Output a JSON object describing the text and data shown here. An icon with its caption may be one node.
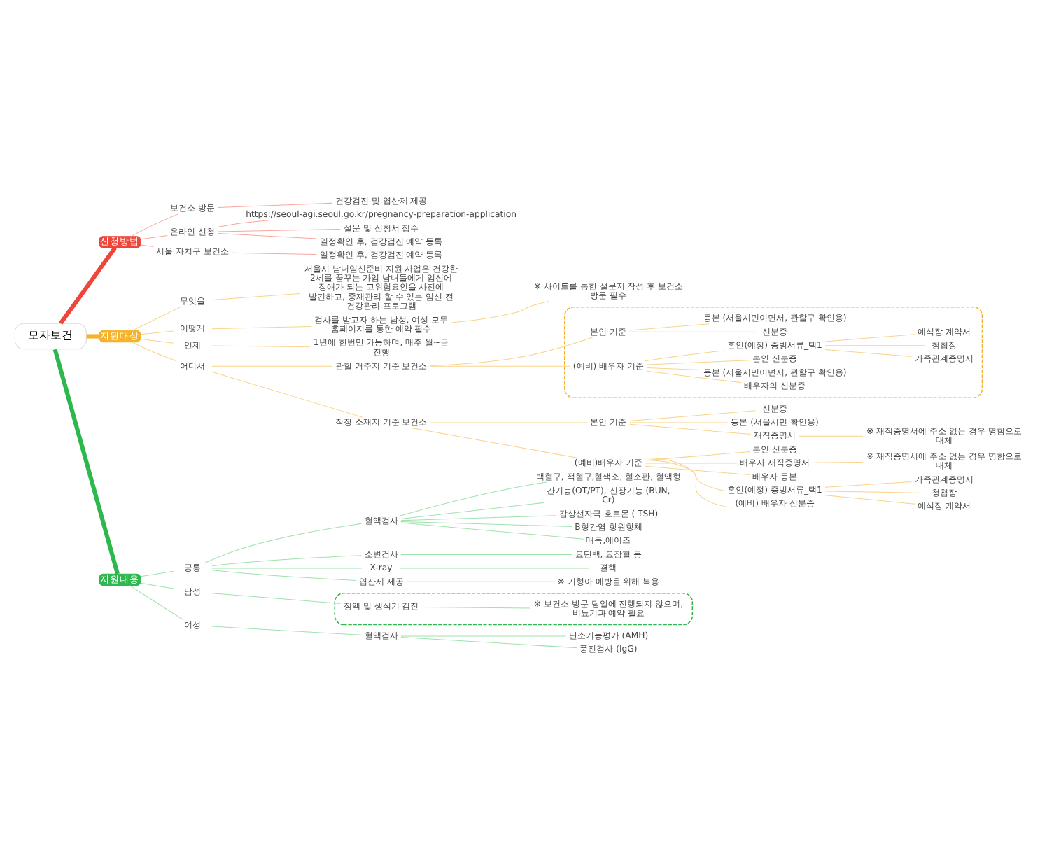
{
  "diagram": {
    "nodes": [
      {
        "text": [
          "모자보건"
        ]
      },
      {
        "text": [
          "신청방법"
        ]
      },
      {
        "text": [
          "온라인 신청"
        ]
      },
      {
        "text": [
          "https://seoul-agi.seoul.go.kr/pregnancy-preparation-application"
        ]
      },
      {
        "text": [
          "설문 및 신청서 접수"
        ]
      },
      {
        "text": [
          "일정확인 후, 검강검진 예약 등록"
        ]
      },
      {
        "text": [
          "서울 자치구 보건소"
        ]
      },
      {
        "text": [
          "일정확인 후, 검강검진 예약 등록"
        ]
      },
      {
        "text": [
          "보건소 방문"
        ]
      },
      {
        "text": [
          "건강검진 및 엽산제 제공"
        ]
      },
      {
        "text": [
          "지원대상"
        ]
      },
      {
        "text": [
          "언제"
        ]
      },
      {
        "text": [
          "1년에 한번만 가능하며, 매주 월~금 진행"
        ]
      },
      {
        "text": [
          "어디서"
        ]
      },
      {
        "text": [
          "관할 거주지 기준 보건소"
        ]
      },
      {
        "text": [],
        "shape": "box"
      },
      {
        "text": [
          "본인 기준"
        ],
        "in": 15
      },
      {
        "text": [
          "신분증"
        ],
        "in": 15
      },
      {
        "text": [
          "등본 (서울시민이면서, 관할구 확인용)"
        ],
        "in": 15
      },
      {
        "text": [
          "(예비) 배우자 기준"
        ],
        "in": 15
      },
      {
        "text": [
          "배우자의 신분증"
        ],
        "in": 15
      },
      {
        "text": [
          "등본 (서울시민이면서, 관할구 확인용)"
        ],
        "in": 15
      },
      {
        "text": [
          "본인 신분증"
        ],
        "in": 15
      },
      {
        "text": [
          "혼인(예정) 증빙서류_택1"
        ],
        "in": 15
      },
      {
        "text": [
          "가족관계증명서"
        ],
        "in": 15
      },
      {
        "text": [
          "청첩장"
        ],
        "in": 15
      },
      {
        "text": [
          "예식장 계약서"
        ],
        "in": 15
      },
      {
        "text": [
          "직장 소재지 기준 보건소"
        ]
      },
      {
        "text": [
          "본인 기준"
        ]
      },
      {
        "text": [
          "신분증"
        ]
      },
      {
        "text": [
          "등본 (서울시민 확인용)"
        ]
      },
      {
        "text": [
          "재직증명서"
        ]
      },
      {
        "text": [
          "※ 재직증명서에 주소 없는 경우 명함으로 대체"
        ]
      },
      {
        "text": [
          "(예비)배우자 기준"
        ]
      },
      {
        "text": [
          "(예비) 배우자 신분증"
        ]
      },
      {
        "text": [
          "본인 신분증"
        ]
      },
      {
        "text": [
          "배우자 재직증명서"
        ]
      },
      {
        "text": [
          "※ 재직증명서에 주소 없는 경우 명함으로 대체"
        ]
      },
      {
        "text": [
          "배우자 등본"
        ]
      },
      {
        "text": [
          "혼인(예정) 증빙서류_택1"
        ]
      },
      {
        "text": [
          "가족관계증명서"
        ]
      },
      {
        "text": [
          "청첩장"
        ]
      },
      {
        "text": [
          "예식장 계약서"
        ]
      },
      {
        "text": [
          "무엇을"
        ]
      },
      {
        "text": [
          "서울시 남녀임신준비 지원 사업은 건강한 2세를 꿈꾸는 가임 남녀들에게 임신에 장애가 되는 고위험요인을 사전에 발견하고, 중재관리 할 수 있는 임신 전 건강관리 프로그램"
        ]
      },
      {
        "text": [
          "어떻게"
        ]
      },
      {
        "text": [
          "검사를 받고자 하는 남성, 여성 모두 홈페이지를 통한 예약 필수"
        ]
      },
      {
        "text": [
          "※ 사이트를 통한 설문지 작성 후 보건소 방문 필수"
        ]
      },
      {
        "text": [
          "지원내용"
        ]
      },
      {
        "text": [
          "여성"
        ]
      },
      {
        "text": [
          "혈액검사"
        ]
      },
      {
        "text": [
          "풍진검사 (IgG)"
        ]
      },
      {
        "text": [
          "난소기능평가 (AMH)"
        ]
      },
      {
        "text": [
          "남성"
        ]
      },
      {
        "text": [],
        "shape": "box"
      },
      {
        "text": [
          "정액 및 생식기 검진"
        ],
        "in": 54
      },
      {
        "text": [
          "※ 보건소 방문 당일에 진행되지 않으며, 비뇨기과 예약 필요"
        ],
        "in": 54
      },
      {
        "text": [
          "공통"
        ]
      },
      {
        "text": [
          "혈액검사"
        ]
      },
      {
        "text": [
          "백혈구, 적혈구,혈색소, 혈소판, 혈액형"
        ]
      },
      {
        "text": [
          "간기능(OT/PT), 신장기능 (BUN, Cr)"
        ]
      },
      {
        "text": [
          "갑상선자극 호르몬 ( TSH)"
        ]
      },
      {
        "text": [
          "B형간염 항원항체"
        ]
      },
      {
        "text": [
          "매독,에이즈"
        ]
      },
      {
        "text": [
          "소변검사"
        ]
      },
      {
        "text": [
          "요단백, 요잠혈 등"
        ]
      },
      {
        "text": [
          "X-ray"
        ]
      },
      {
        "text": [
          "결핵"
        ]
      },
      {
        "text": [
          "엽산제 제공"
        ]
      },
      {
        "text": [
          "※ 기형아 예방을 위해 복용"
        ]
      }
    ],
    "edges": [
      {
        "from": 0,
        "to": 1,
        "arrow": "none",
        "style": "thick",
        "color": "#f0453a"
      },
      {
        "from": 1,
        "to": 2,
        "arrow": "none",
        "color": "#f9a69e"
      },
      {
        "from": 2,
        "to": 3,
        "arrow": "none",
        "color": "#f9a69e"
      },
      {
        "from": 2,
        "to": 4,
        "arrow": "none",
        "color": "#f9a69e"
      },
      {
        "from": 2,
        "to": 5,
        "arrow": "none",
        "color": "#f9a69e"
      },
      {
        "from": 1,
        "to": 6,
        "arrow": "none",
        "color": "#f9a69e"
      },
      {
        "from": 6,
        "to": 7,
        "arrow": "none",
        "color": "#f9a69e"
      },
      {
        "from": 1,
        "to": 8,
        "arrow": "none",
        "color": "#f9a69e"
      },
      {
        "from": 8,
        "to": 9,
        "arrow": "none",
        "color": "#f9a69e"
      },
      {
        "from": 0,
        "to": 10,
        "arrow": "none",
        "style": "thick",
        "color": "#f5b22a"
      },
      {
        "from": 10,
        "to": 11,
        "arrow": "none"
      },
      {
        "from": 11,
        "to": 12,
        "arrow": "none"
      },
      {
        "from": 10,
        "to": 13,
        "arrow": "none"
      },
      {
        "from": 13,
        "to": 14,
        "arrow": "none"
      },
      {
        "from": 14,
        "to": 16,
        "arrow": "none"
      },
      {
        "from": 16,
        "to": 17,
        "arrow": "none"
      },
      {
        "from": 16,
        "to": 18,
        "arrow": "none"
      },
      {
        "from": 14,
        "to": 19,
        "arrow": "none"
      },
      {
        "from": 19,
        "to": 20,
        "arrow": "none"
      },
      {
        "from": 19,
        "to": 21,
        "arrow": "none"
      },
      {
        "from": 19,
        "to": 22,
        "arrow": "none"
      },
      {
        "from": 19,
        "to": 23,
        "arrow": "none"
      },
      {
        "from": 23,
        "to": 24,
        "arrow": "none"
      },
      {
        "from": 23,
        "to": 25,
        "arrow": "none"
      },
      {
        "from": 23,
        "to": 26,
        "arrow": "none"
      },
      {
        "from": 13,
        "to": 27,
        "arrow": "none"
      },
      {
        "from": 27,
        "to": 28,
        "arrow": "none"
      },
      {
        "from": 28,
        "to": 29,
        "arrow": "none"
      },
      {
        "from": 28,
        "to": 30,
        "arrow": "none"
      },
      {
        "from": 28,
        "to": 31,
        "arrow": "none"
      },
      {
        "from": 31,
        "to": 32,
        "arrow": "none"
      },
      {
        "from": 27,
        "to": 33,
        "arrow": "none"
      },
      {
        "from": 33,
        "to": 34,
        "arrow": "none"
      },
      {
        "from": 33,
        "to": 35,
        "arrow": "none"
      },
      {
        "from": 33,
        "to": 36,
        "arrow": "none"
      },
      {
        "from": 36,
        "to": 37,
        "arrow": "none"
      },
      {
        "from": 33,
        "to": 38,
        "arrow": "none"
      },
      {
        "from": 33,
        "to": 39,
        "arrow": "none"
      },
      {
        "from": 39,
        "to": 40,
        "arrow": "none"
      },
      {
        "from": 39,
        "to": 41,
        "arrow": "none"
      },
      {
        "from": 39,
        "to": 42,
        "arrow": "none"
      },
      {
        "from": 10,
        "to": 43,
        "arrow": "none"
      },
      {
        "from": 43,
        "to": 44,
        "arrow": "none"
      },
      {
        "from": 10,
        "to": 45,
        "arrow": "none"
      },
      {
        "from": 45,
        "to": 46,
        "arrow": "none"
      },
      {
        "from": 46,
        "to": 47,
        "arrow": "none"
      },
      {
        "from": 0,
        "to": 48,
        "arrow": "none",
        "style": "thick",
        "color": "#2db84d"
      },
      {
        "from": 48,
        "to": 49,
        "arrow": "none",
        "color": "#9ee2ad"
      },
      {
        "from": 49,
        "to": 50,
        "arrow": "none",
        "color": "#9ee2ad"
      },
      {
        "from": 50,
        "to": 51,
        "arrow": "none",
        "color": "#9ee2ad"
      },
      {
        "from": 50,
        "to": 52,
        "arrow": "none",
        "color": "#9ee2ad"
      },
      {
        "from": 48,
        "to": 53,
        "arrow": "none",
        "color": "#9ee2ad"
      },
      {
        "from": 53,
        "to": 55,
        "arrow": "none",
        "color": "#9ee2ad"
      },
      {
        "from": 55,
        "to": 56,
        "arrow": "none",
        "color": "#9ee2ad"
      },
      {
        "from": 48,
        "to": 57,
        "arrow": "none",
        "color": "#9ee2ad"
      },
      {
        "from": 57,
        "to": 58,
        "arrow": "none",
        "color": "#9ee2ad"
      },
      {
        "from": 58,
        "to": 59,
        "arrow": "none",
        "color": "#9ee2ad"
      },
      {
        "from": 58,
        "to": 60,
        "arrow": "none",
        "color": "#9ee2ad"
      },
      {
        "from": 58,
        "to": 61,
        "arrow": "none",
        "color": "#9ee2ad"
      },
      {
        "from": 58,
        "to": 62,
        "arrow": "none",
        "color": "#9ee2ad"
      },
      {
        "from": 58,
        "to": 63,
        "arrow": "none",
        "color": "#9ee2ad"
      },
      {
        "from": 57,
        "to": 64,
        "arrow": "none",
        "color": "#9ee2ad"
      },
      {
        "from": 64,
        "to": 65,
        "arrow": "none",
        "color": "#9ee2ad"
      },
      {
        "from": 57,
        "to": 66,
        "arrow": "none",
        "color": "#9ee2ad"
      },
      {
        "from": 66,
        "to": 67,
        "arrow": "none",
        "color": "#9ee2ad"
      },
      {
        "from": 57,
        "to": 68,
        "arrow": "none",
        "color": "#9ee2ad"
      },
      {
        "from": 68,
        "to": 69,
        "arrow": "none",
        "color": "#9ee2ad"
      }
    ]
  }
}
